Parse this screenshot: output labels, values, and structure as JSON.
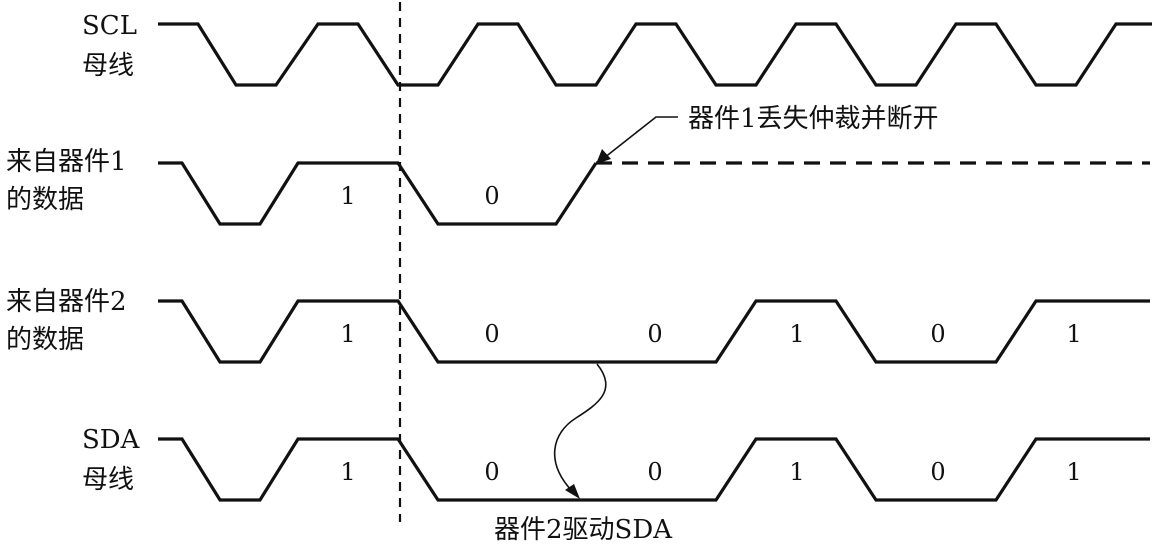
{
  "signals": {
    "scl": {
      "label_line1": "SCL",
      "label_line2": "母线"
    },
    "device1": {
      "label_line1": "来自器件1",
      "label_line2": "的数据",
      "bits": [
        "1",
        "0"
      ]
    },
    "device2": {
      "label_line1": "来自器件2",
      "label_line2": "的数据",
      "bits": [
        "1",
        "0",
        "0",
        "1",
        "0",
        "1"
      ]
    },
    "sda": {
      "label_line1": "SDA",
      "label_line2": "母线",
      "bits": [
        "1",
        "0",
        "0",
        "1",
        "0",
        "1"
      ]
    }
  },
  "annotations": {
    "lost_arbitration": "器件1丢失仲裁并断开",
    "device2_drives": "器件2驱动SDA"
  }
}
